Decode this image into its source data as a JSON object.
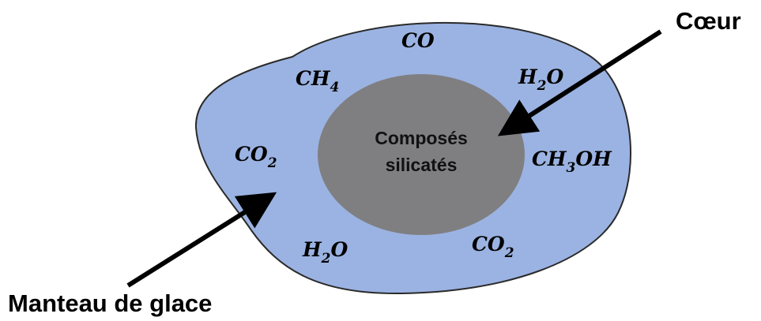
{
  "colors": {
    "mantle_fill": "#9bb3e2",
    "mantle_stroke": "#2a2a2a",
    "core_fill": "#7f7f81",
    "arrow": "#000000"
  },
  "core": {
    "line1": "Composés",
    "line2": "silicatés"
  },
  "labels": {
    "coeur": "Cœur",
    "manteau": "Manteau de glace"
  },
  "molecules": {
    "co": {
      "main": "CO"
    },
    "ch4": {
      "main": "CH",
      "sub": "4"
    },
    "h2o_top": {
      "main": "H",
      "sub": "2",
      "tail": "O"
    },
    "co2_left": {
      "main": "CO",
      "sub": "2"
    },
    "ch3oh": {
      "main": "CH",
      "sub": "3",
      "tail": "OH"
    },
    "h2o_bottom": {
      "main": "H",
      "sub": "2",
      "tail": "O"
    },
    "co2_bottom": {
      "main": "CO",
      "sub": "2"
    }
  }
}
